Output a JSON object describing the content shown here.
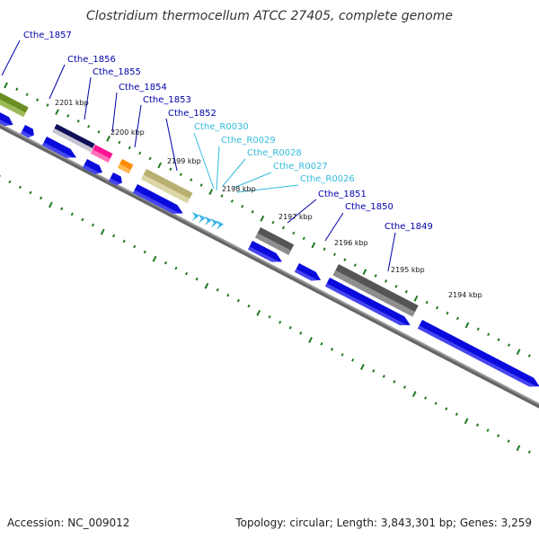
{
  "title": "Clostridium thermocellum ATCC 27405, complete genome",
  "footer": {
    "accession": "Accession: NC_009012",
    "topology": "Topology: circular; Length: 3,843,301 bp; Genes: 3,259"
  },
  "colors": {
    "cds": "#0a0adc",
    "cds_light": "#5a5aff",
    "rna": "#36b4e6",
    "backbone": "#999999",
    "backbone_dark": "#666666",
    "tick": "#1f7a1f",
    "label_dark": "#0000aa",
    "label_light": "#33bbdd"
  },
  "gene_labels": [
    {
      "text": "Cthe_1857",
      "tone": "dark"
    },
    {
      "text": "Cthe_1856",
      "tone": "dark"
    },
    {
      "text": "Cthe_1855",
      "tone": "dark"
    },
    {
      "text": "Cthe_1854",
      "tone": "dark"
    },
    {
      "text": "Cthe_1853",
      "tone": "dark"
    },
    {
      "text": "Cthe_1852",
      "tone": "dark"
    },
    {
      "text": "Cthe_R0030",
      "tone": "light"
    },
    {
      "text": "Cthe_R0029",
      "tone": "light"
    },
    {
      "text": "Cthe_R0028",
      "tone": "light"
    },
    {
      "text": "Cthe_R0027",
      "tone": "light"
    },
    {
      "text": "Cthe_R0026",
      "tone": "light"
    },
    {
      "text": "Cthe_1851",
      "tone": "dark"
    },
    {
      "text": "Cthe_1850",
      "tone": "dark"
    },
    {
      "text": "Cthe_1849",
      "tone": "dark"
    }
  ],
  "kbp_labels": [
    "2201 kbp",
    "2200 kbp",
    "2199 kbp",
    "2198 kbp",
    "2197 kbp",
    "2196 kbp",
    "2195 kbp",
    "2194 kbp"
  ],
  "features": [
    {
      "type": "cog",
      "color": "#6b8e23",
      "colorLight": "#a6c060"
    },
    {
      "type": "cog",
      "color": "#10105a",
      "colorLight": "#e8e8e8"
    },
    {
      "type": "cog",
      "color": "#ff1493",
      "colorLight": "#ff80c0"
    },
    {
      "type": "cog",
      "color": "#ff8c00",
      "colorLight": "#ffc060"
    },
    {
      "type": "cog",
      "color": "#b8b070",
      "colorLight": "#e0dcb0"
    },
    {
      "type": "cog",
      "color": "#555555",
      "colorLight": "#999999"
    },
    {
      "type": "cog",
      "color": "#555555",
      "colorLight": "#999999"
    }
  ]
}
